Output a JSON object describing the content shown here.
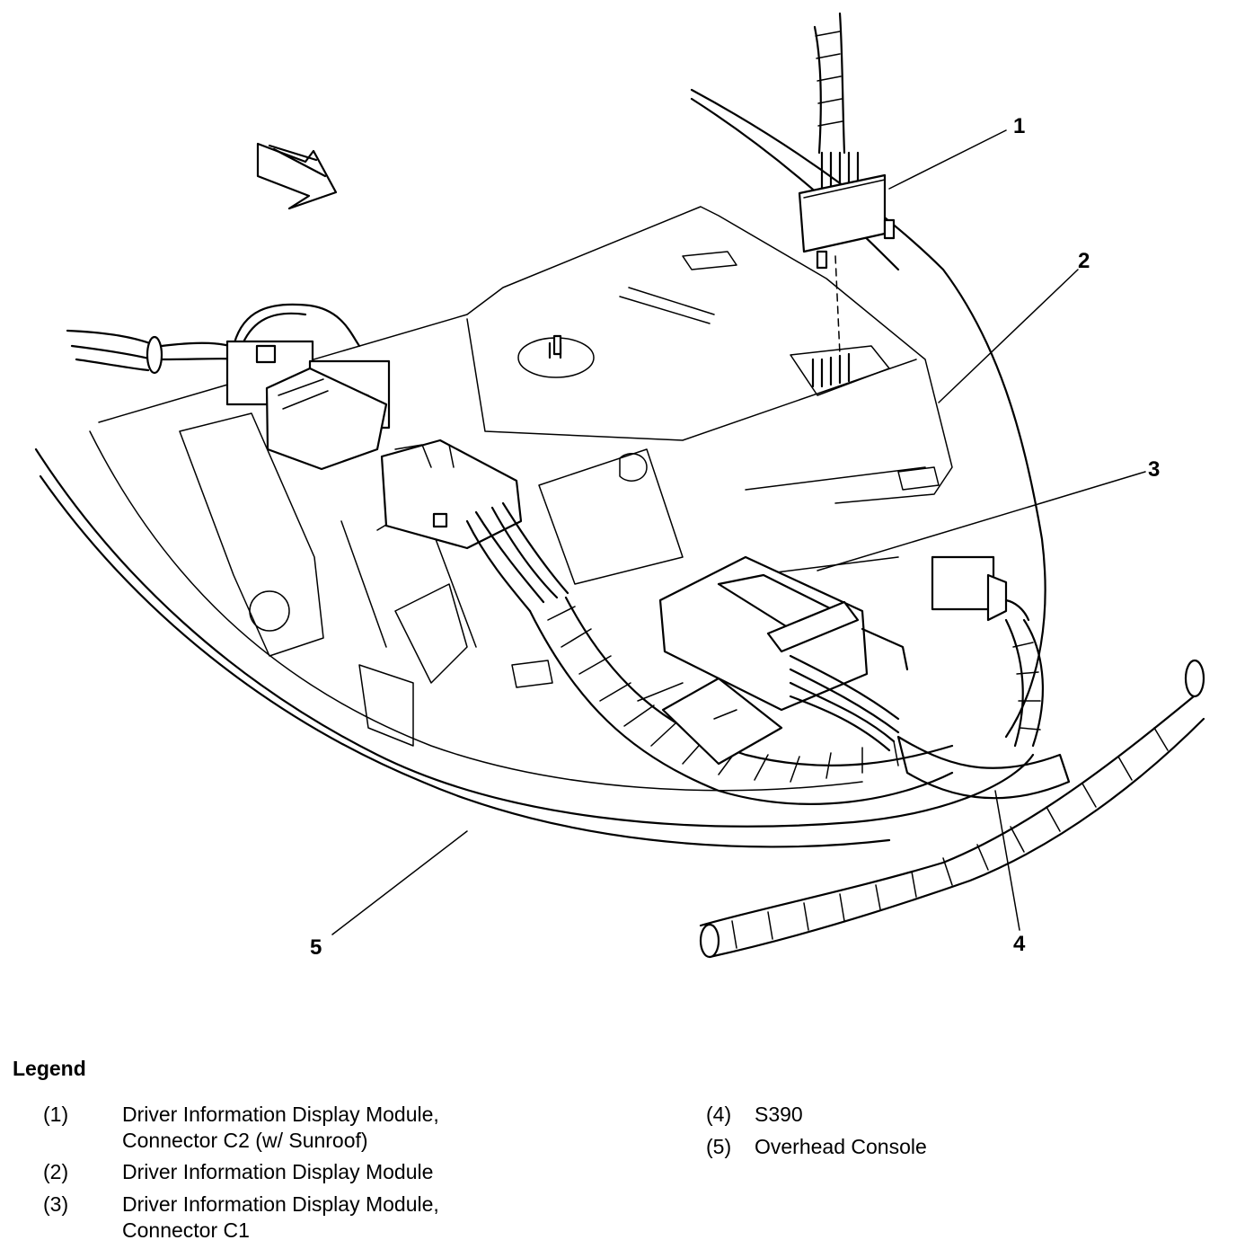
{
  "callouts": [
    "1",
    "2",
    "3",
    "4",
    "5"
  ],
  "legend": {
    "title": "Legend",
    "items": [
      {
        "num": "(1)",
        "line1": "Driver Information Display Module,",
        "line2": "Connector C2 (w/ Sunroof)"
      },
      {
        "num": "(2)",
        "line1": "Driver Information Display Module",
        "line2": ""
      },
      {
        "num": "(3)",
        "line1": "Driver Information Display Module,",
        "line2": "Connector C1"
      },
      {
        "num": "(4)",
        "line1": "S390",
        "line2": ""
      },
      {
        "num": "(5)",
        "line1": "Overhead Console",
        "line2": ""
      }
    ]
  }
}
